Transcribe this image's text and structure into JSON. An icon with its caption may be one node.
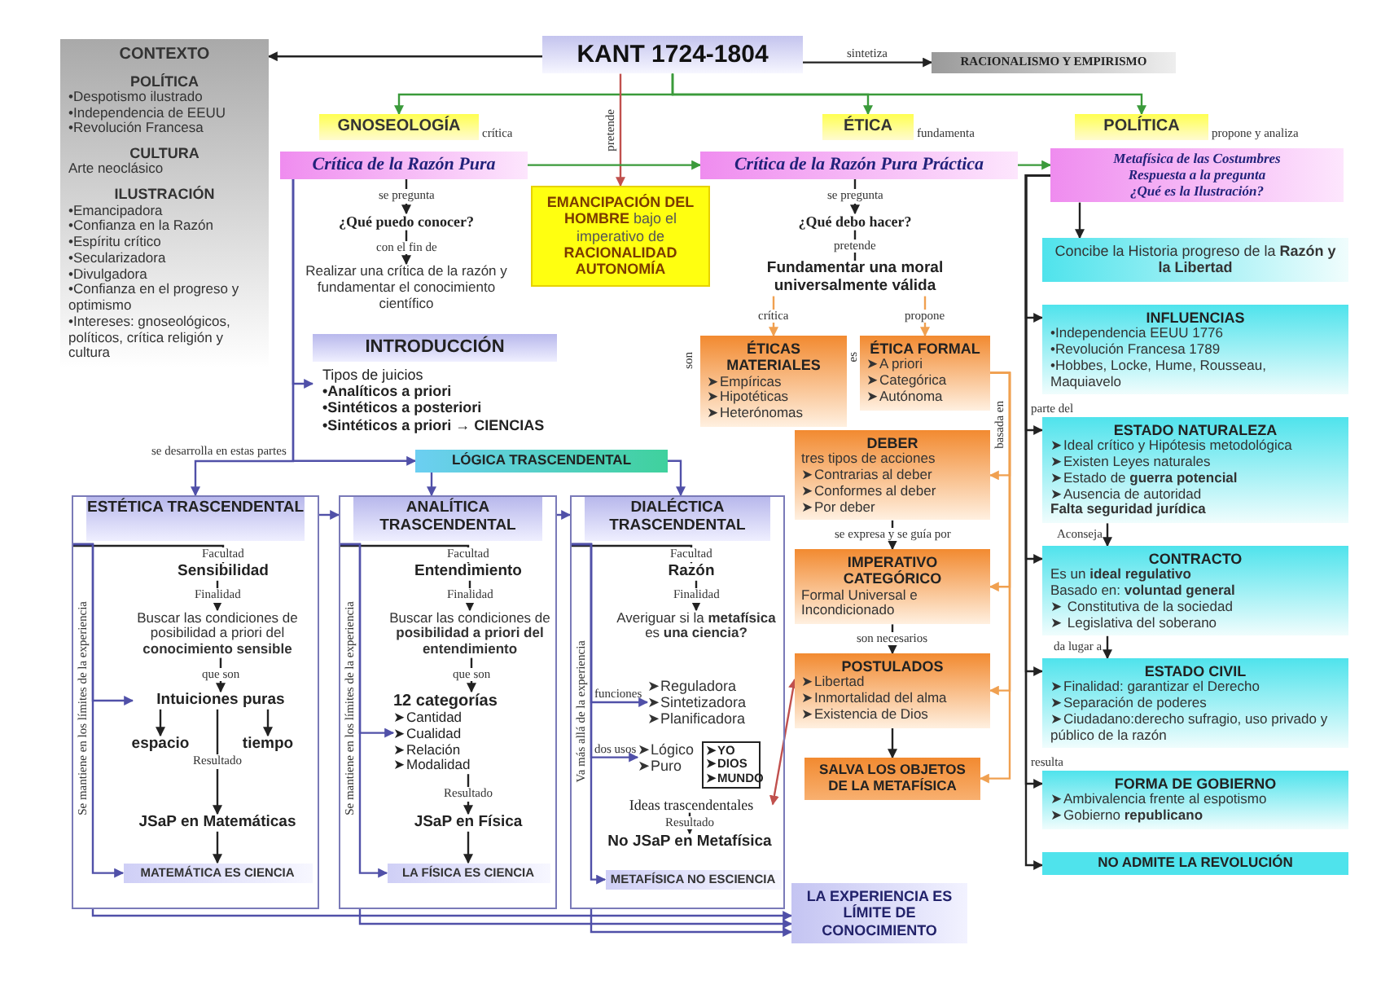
{
  "diagram": {
    "nodes": [
      {
        "text": [
          "KANT 1724-1804"
        ]
      },
      {
        "text": [
          "RACIONALISMO Y EMPIRISMO"
        ]
      },
      {
        "text": [
          "CONTEXTO",
          "POLÍTICA",
          "•Despotismo ilustrado",
          "•Independencia de EEUU",
          "•Revolución Francesa",
          "CULTURA",
          "Arte neoclásico",
          "ILUSTRACIÓN",
          "•Emancipadora",
          "•Confianza en la Razón",
          "•Espíritu crítico",
          "•Secularizadora",
          "•Divulgadora",
          "•Confianza en el progreso y optimismo",
          "•Intereses: gnoseológicos, políticos, crítica religión y cultura"
        ]
      },
      {
        "text": [
          "GNOSEOLOGÍA"
        ],
        "beside": [
          "crítica"
        ]
      },
      {
        "text": [
          "ÉTICA"
        ],
        "beside": [
          "fundamenta"
        ]
      },
      {
        "text": [
          "POLÍTICA"
        ],
        "beside": [
          "propone y analiza"
        ]
      },
      {
        "text": [
          "Crítica de la Razón Pura"
        ]
      },
      {
        "text": [
          "**EMANCIPACIÓN DEL HOMBRE** bajo el imperativo de **RACIONALIDAD AUTONOMÍA**"
        ]
      },
      {
        "text": [
          "Crítica de la Razón Pura Práctica"
        ]
      },
      {
        "text": [
          "Metafísica de las Costumbres",
          "Respuesta a la pregunta",
          "¿Qué es la Ilustración?"
        ]
      },
      {
        "text": [
          "¿Qué puedo conocer?"
        ]
      },
      {
        "text": [
          "Realizar una crítica de la razón y fundamentar el conocimiento científico"
        ]
      },
      {
        "text": [
          "¿Qué debo hacer?"
        ]
      },
      {
        "text": [
          "Fundamentar una moral universalmente válida"
        ]
      },
      {
        "text": [
          "Concibe la Historia progreso de la **Razón y la Libertad**"
        ]
      },
      {
        "text": [
          "ÉTICAS MATERIALES",
          "➤Empíricas",
          "➤Hipotéticas",
          "➤Heterónomas"
        ],
        "beside": [
          "son"
        ]
      },
      {
        "text": [
          "ÉTICA FORMAL",
          "➤A priori",
          "➤Categórica",
          "➤Autónoma"
        ]
      },
      {
        "text": [
          "INFLUENCIAS",
          "•Independencia EEUU 1776",
          "•Revolución Francesa 1789",
          "•Hobbes, Locke, Hume, Rousseau, Maquiavelo"
        ]
      },
      {
        "text": [
          "INTRODUCCIÓN",
          "Tipos de juicios",
          "•Analíticos a priori",
          "•Sintéticos a posteriori",
          "•Sintéticos a priori → CIENCIAS"
        ]
      },
      {
        "text": [
          "ESTADO NATURALEZA",
          "➤Ideal crítico y Hipótesis metodológica",
          "➤Existen Leyes naturales",
          "➤Estado de **guerra potencial**",
          "➤Ausencia de autoridad",
          "Falta seguridad jurídica"
        ]
      },
      {
        "text": [
          "LÓGICA TRASCENDENTAL"
        ]
      },
      {
        "text": [
          "DEBER",
          "tres tipos de acciones",
          "➤Contrarias al deber",
          "➤Conformes al deber",
          "➤Por deber"
        ]
      },
      {
        "text": [
          "ESTÉTICA TRASCENDENTAL"
        ]
      },
      {
        "text": [
          "Sensibilidad"
        ],
        "in": 22
      },
      {
        "text": [
          "Buscar las condiciones de posibilidad a priori del **conocimiento sensible**"
        ],
        "in": 22
      },
      {
        "text": [
          "Intuiciones puras"
        ],
        "in": 22
      },
      {
        "text": [
          "espacio"
        ],
        "in": 22
      },
      {
        "text": [
          "tiempo"
        ],
        "in": 22
      },
      {
        "text": [
          "JSaP en Matemáticas"
        ],
        "in": 22
      },
      {
        "text": [
          "MATEMÁTICA ES CIENCIA"
        ],
        "in": 22
      },
      {
        "text": [
          "ANALÍTICA TRASCENDENTAL"
        ]
      },
      {
        "text": [
          "Entendimiento"
        ],
        "in": 30
      },
      {
        "text": [
          "Buscar las condiciones de **posibilidad a priori del entendimiento**"
        ],
        "in": 30
      },
      {
        "text": [
          "12 categorías",
          "➤Cantidad",
          "➤Cualidad",
          "➤Relación",
          "➤Modalidad"
        ],
        "in": 30
      },
      {
        "text": [
          "JSaP en Física"
        ],
        "in": 30
      },
      {
        "text": [
          "LA FÍSICA ES CIENCIA"
        ],
        "in": 30
      },
      {
        "text": [
          "DIALÉCTICA TRASCENDENTAL"
        ]
      },
      {
        "text": [
          "Razón"
        ],
        "in": 36
      },
      {
        "text": [
          "Averiguar si la **metafísica** es **una ciencia?**"
        ],
        "in": 36
      },
      {
        "text": [
          "➤Reguladora",
          "➤Sintetizadora",
          "➤Planificadora"
        ],
        "in": 36
      },
      {
        "text": [
          "➤Lógico",
          "➤Puro"
        ],
        "in": 36
      },
      {
        "text": [
          "➤YO",
          "➤DIOS",
          "➤MUNDO"
        ],
        "in": 36
      },
      {
        "text": [
          "Ideas trascendentales"
        ],
        "in": 36
      },
      {
        "text": [
          "No JSaP en Metafísica"
        ],
        "in": 36
      },
      {
        "text": [
          "METAFÍSICA NO ESCIENCIA"
        ],
        "in": 36
      },
      {
        "text": [
          "IMPERATIVO CATEGÓRICO",
          "Formal Universal e Incondicionado"
        ]
      },
      {
        "text": [
          "POSTULADOS",
          "➤Libertad",
          "➤Inmortalidad del alma",
          "➤Existencia de Dios"
        ]
      },
      {
        "text": [
          "SALVA LOS OBJETOS DE LA METAFÍSICA"
        ]
      },
      {
        "text": [
          "LA EXPERIENCIA ES LÍMITE DE CONOCIMIENTO"
        ]
      },
      {
        "text": [
          "CONTRACTO",
          "Es un **ideal regulativo**",
          "Basado en: **voluntad general**",
          "➤ Constitutiva de la sociedad",
          "➤ Legislativa del soberano"
        ]
      },
      {
        "text": [
          "ESTADO CIVIL",
          "➤Finalidad: garantizar el Derecho",
          "➤Separación de poderes",
          "➤Ciudadano:derecho sufragio, uso privado y público de la razón"
        ]
      },
      {
        "text": [
          "FORMA DE GOBIERNO",
          "➤Ambivalencia frente al espotismo",
          "➤Gobierno **republicano**"
        ]
      },
      {
        "text": [
          "NO ADMITE LA REVOLUCIÓN"
        ]
      }
    ],
    "edges": [
      {
        "from": 0,
        "to": 2,
        "arrow": "to"
      },
      {
        "from": 0,
        "to": 1,
        "arrow": "to",
        "label": "sintetiza"
      },
      {
        "from": 0,
        "to": 3,
        "arrow": "to",
        "color": "#3a9a3a"
      },
      {
        "from": 0,
        "to": 4,
        "arrow": "to",
        "color": "#3a9a3a"
      },
      {
        "from": 0,
        "to": 5,
        "arrow": "to",
        "color": "#3a9a3a"
      },
      {
        "from": 0,
        "to": 7,
        "arrow": "to",
        "label": "pretende",
        "color": "#c0504d"
      },
      {
        "from": 6,
        "to": 8,
        "arrow": "to",
        "color": "#3a9a3a"
      },
      {
        "from": 8,
        "to": 9,
        "arrow": "to",
        "color": "#3a9a3a"
      },
      {
        "from": 6,
        "to": 10,
        "arrow": "to",
        "label": "se pregunta"
      },
      {
        "from": 10,
        "to": 11,
        "arrow": "to",
        "label": "con el fin de"
      },
      {
        "from": 8,
        "to": 12,
        "arrow": "to",
        "label": "se pregunta"
      },
      {
        "from": 12,
        "to": 13,
        "arrow": "none",
        "label": "pretende"
      },
      {
        "from": 13,
        "to": 15,
        "arrow": "to",
        "label": "crítica",
        "color": "#f0a050"
      },
      {
        "from": 13,
        "to": 16,
        "arrow": "to",
        "label": "propone",
        "color": "#f0a050"
      },
      {
        "from": 9,
        "to": 14,
        "arrow": "to"
      },
      {
        "from": 9,
        "to": 17,
        "arrow": "to"
      },
      {
        "from": 9,
        "to": 19,
        "arrow": "to",
        "label": "parte del"
      },
      {
        "from": 19,
        "to": 49,
        "arrow": "to",
        "label": "Aconseja"
      },
      {
        "from": 9,
        "to": 49,
        "arrow": "to"
      },
      {
        "from": 49,
        "to": 50,
        "arrow": "to",
        "label": "da lugar a"
      },
      {
        "from": 9,
        "to": 50,
        "arrow": "to"
      },
      {
        "from": 9,
        "to": 51,
        "arrow": "to",
        "label": "resulta"
      },
      {
        "from": 9,
        "to": 52,
        "arrow": "to"
      },
      {
        "from": 6,
        "to": 18,
        "arrow": "to",
        "color": "#5050a8"
      },
      {
        "from": 6,
        "to": 22,
        "arrow": "to",
        "label": "se desarrolla en estas partes",
        "color": "#5050a8"
      },
      {
        "from": 6,
        "to": 20,
        "arrow": "to",
        "color": "#5050a8"
      },
      {
        "from": 20,
        "to": 30,
        "arrow": "to",
        "color": "#5050a8"
      },
      {
        "from": 20,
        "to": 36,
        "arrow": "to",
        "color": "#5050a8"
      },
      {
        "from": 22,
        "to": 30,
        "arrow": "to",
        "color": "#5050a8"
      },
      {
        "from": 30,
        "to": 36,
        "arrow": "to",
        "color": "#5050a8"
      },
      {
        "from": 16,
        "to": 21,
        "arrow": "to",
        "label": "basada en",
        "color": "#f0a050"
      },
      {
        "from": 16,
        "to": 45,
        "arrow": "to",
        "color": "#f0a050"
      },
      {
        "from": 16,
        "to": 46,
        "arrow": "to",
        "color": "#f0a050"
      },
      {
        "from": 16,
        "to": 47,
        "arrow": "to",
        "color": "#f0a050"
      },
      {
        "from": 22,
        "to": 23,
        "arrow": "to",
        "label": "Facultad"
      },
      {
        "from": 23,
        "to": 24,
        "arrow": "to",
        "label": "Finalidad"
      },
      {
        "from": 24,
        "to": 25,
        "arrow": "to",
        "label": "que son"
      },
      {
        "from": 25,
        "to": 26,
        "arrow": "to"
      },
      {
        "from": 25,
        "to": 27,
        "arrow": "to"
      },
      {
        "from": 25,
        "to": 28,
        "arrow": "to",
        "label": "Resultado"
      },
      {
        "from": 28,
        "to": 29,
        "arrow": "to"
      },
      {
        "from": 22,
        "to": 25,
        "arrow": "to",
        "color": "#5050a8"
      },
      {
        "from": 22,
        "to": 29,
        "arrow": "to",
        "label": "Se mantiene en los límites de la experiencia",
        "color": "#5050a8"
      },
      {
        "from": 22,
        "to": 48,
        "arrow": "to",
        "color": "#5050a8"
      },
      {
        "from": 30,
        "to": 31,
        "arrow": "to",
        "label": "Facultad"
      },
      {
        "from": 31,
        "to": 32,
        "arrow": "to",
        "label": "Finalidad"
      },
      {
        "from": 32,
        "to": 33,
        "arrow": "to",
        "label": "que son"
      },
      {
        "from": 33,
        "to": 34,
        "arrow": "to",
        "label": "Resultado"
      },
      {
        "from": 34,
        "to": 35,
        "arrow": "to"
      },
      {
        "from": 30,
        "to": 33,
        "arrow": "to",
        "color": "#5050a8"
      },
      {
        "from": 30,
        "to": 35,
        "arrow": "to",
        "label": "Se mantiene en los límites de la experiencia",
        "color": "#5050a8"
      },
      {
        "from": 30,
        "to": 48,
        "arrow": "to",
        "color": "#5050a8"
      },
      {
        "from": 36,
        "to": 37,
        "arrow": "to",
        "label": "Facultad"
      },
      {
        "from": 37,
        "to": 38,
        "arrow": "to",
        "label": "Finalidad"
      },
      {
        "from": 36,
        "to": 39,
        "arrow": "to",
        "label": "funciones",
        "color": "#5050a8"
      },
      {
        "from": 36,
        "to": 40,
        "arrow": "to",
        "label": "dos usos",
        "color": "#5050a8"
      },
      {
        "from": 42,
        "to": 43,
        "arrow": "to",
        "label": "Resultado"
      },
      {
        "from": 36,
        "to": 44,
        "arrow": "to",
        "label": "Va más allá de la experiencia",
        "color": "#5050a8"
      },
      {
        "from": 36,
        "to": 48,
        "arrow": "to",
        "color": "#5050a8"
      },
      {
        "from": 46,
        "to": 42,
        "arrow": "both",
        "color": "#c0504d"
      },
      {
        "from": 21,
        "to": 45,
        "arrow": "to",
        "label": "se expresa y se guía por"
      },
      {
        "from": 45,
        "to": 46,
        "arrow": "to",
        "label": "son necesarios"
      },
      {
        "from": 46,
        "to": 47,
        "arrow": "to"
      }
    ],
    "labels": [
      "es"
    ]
  }
}
